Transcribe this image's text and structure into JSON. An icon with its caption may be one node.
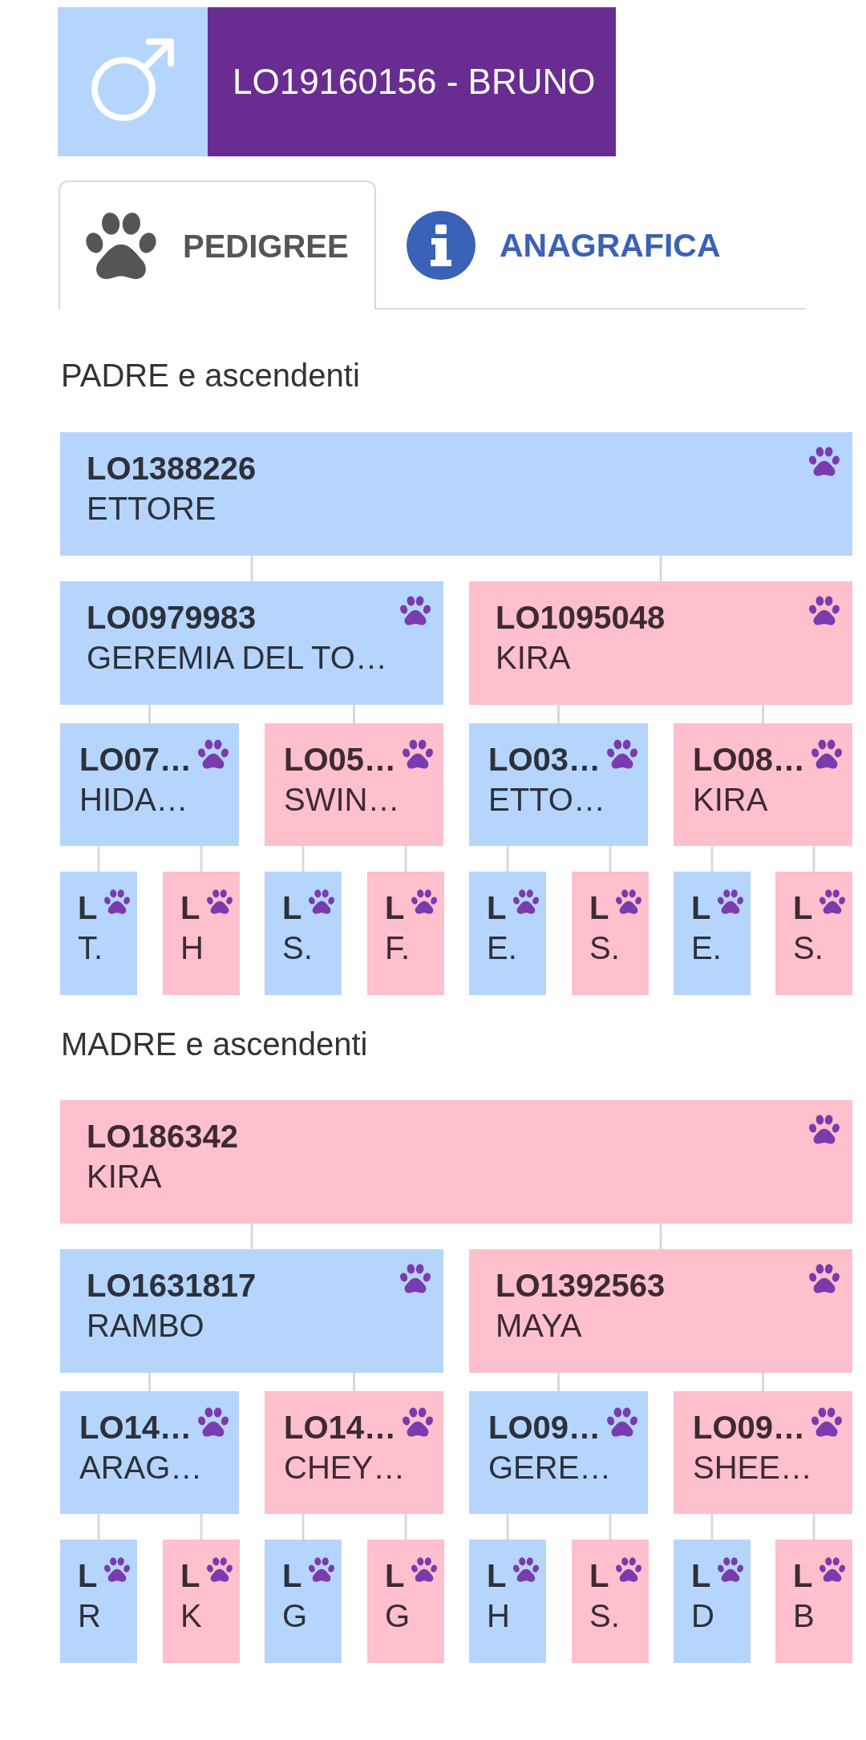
{
  "diagram": {
    "nodes": [
      {
        "text": [
          "LO19160156 - BRUNO"
        ]
      },
      {
        "text": [
          "LO1388226",
          "ETTORE"
        ]
      },
      {
        "text": [
          "LO0979983",
          "GEREMIA DEL TO…"
        ]
      },
      {
        "text": [
          "LO1095048",
          "KIRA"
        ]
      },
      {
        "text": [
          "LO07…",
          "HIDA…"
        ]
      },
      {
        "text": [
          "LO05…",
          "SWIN…"
        ]
      },
      {
        "text": [
          "LO03…",
          "ETTO…"
        ]
      },
      {
        "text": [
          "LO08…",
          "KIRA"
        ]
      },
      {
        "text": [
          "L",
          "T."
        ]
      },
      {
        "text": [
          "L",
          "H"
        ]
      },
      {
        "text": [
          "L",
          "S."
        ]
      },
      {
        "text": [
          "L",
          "F."
        ]
      },
      {
        "text": [
          "L",
          "E."
        ]
      },
      {
        "text": [
          "L",
          "S."
        ]
      },
      {
        "text": [
          "L",
          "E."
        ]
      },
      {
        "text": [
          "L",
          "S."
        ]
      },
      {
        "text": [
          "LO186342",
          "KIRA"
        ]
      },
      {
        "text": [
          "LO1631817",
          "RAMBO"
        ]
      },
      {
        "text": [
          "LO1392563",
          "MAYA"
        ]
      },
      {
        "text": [
          "LO14…",
          "ARAG…"
        ]
      },
      {
        "text": [
          "LO14…",
          "CHEY…"
        ]
      },
      {
        "text": [
          "LO09…",
          "GERE…"
        ]
      },
      {
        "text": [
          "LO09…",
          "SHEE…"
        ]
      },
      {
        "text": [
          "L",
          "R"
        ]
      },
      {
        "text": [
          "L",
          "K"
        ]
      },
      {
        "text": [
          "L",
          "G"
        ]
      },
      {
        "text": [
          "L",
          "G"
        ]
      },
      {
        "text": [
          "L",
          "H"
        ]
      },
      {
        "text": [
          "L",
          "S."
        ]
      },
      {
        "text": [
          "L",
          "D"
        ]
      },
      {
        "text": [
          "L",
          "B"
        ]
      }
    ],
    "edges": [
      {
        "from": 1,
        "to": 2,
        "arrow": "none"
      },
      {
        "from": 1,
        "to": 3,
        "arrow": "none"
      },
      {
        "from": 2,
        "to": 4,
        "arrow": "none"
      },
      {
        "from": 2,
        "to": 5,
        "arrow": "none"
      },
      {
        "from": 3,
        "to": 6,
        "arrow": "none"
      },
      {
        "from": 3,
        "to": 7,
        "arrow": "none"
      },
      {
        "from": 4,
        "to": 8,
        "arrow": "none"
      },
      {
        "from": 4,
        "to": 9,
        "arrow": "none"
      },
      {
        "from": 5,
        "to": 10,
        "arrow": "none"
      },
      {
        "from": 5,
        "to": 11,
        "arrow": "none"
      },
      {
        "from": 6,
        "to": 12,
        "arrow": "none"
      },
      {
        "from": 6,
        "to": 13,
        "arrow": "none"
      },
      {
        "from": 7,
        "to": 14,
        "arrow": "none"
      },
      {
        "from": 7,
        "to": 15,
        "arrow": "none"
      },
      {
        "from": 16,
        "to": 17,
        "arrow": "none"
      },
      {
        "from": 16,
        "to": 18,
        "arrow": "none"
      },
      {
        "from": 17,
        "to": 19,
        "arrow": "none"
      },
      {
        "from": 17,
        "to": 20,
        "arrow": "none"
      },
      {
        "from": 18,
        "to": 21,
        "arrow": "none"
      },
      {
        "from": 18,
        "to": 22,
        "arrow": "none"
      },
      {
        "from": 19,
        "to": 23,
        "arrow": "none"
      },
      {
        "from": 19,
        "to": 24,
        "arrow": "none"
      },
      {
        "from": 20,
        "to": 25,
        "arrow": "none"
      },
      {
        "from": 20,
        "to": 26,
        "arrow": "none"
      },
      {
        "from": 21,
        "to": 27,
        "arrow": "none"
      },
      {
        "from": 21,
        "to": 28,
        "arrow": "none"
      },
      {
        "from": 22,
        "to": 29,
        "arrow": "none"
      },
      {
        "from": 22,
        "to": 30,
        "arrow": "none"
      }
    ],
    "labels": [
      "PEDIGREE",
      "ANAGRAFICA",
      "PADRE e ascendenti",
      "MADRE e ascendenti"
    ]
  }
}
